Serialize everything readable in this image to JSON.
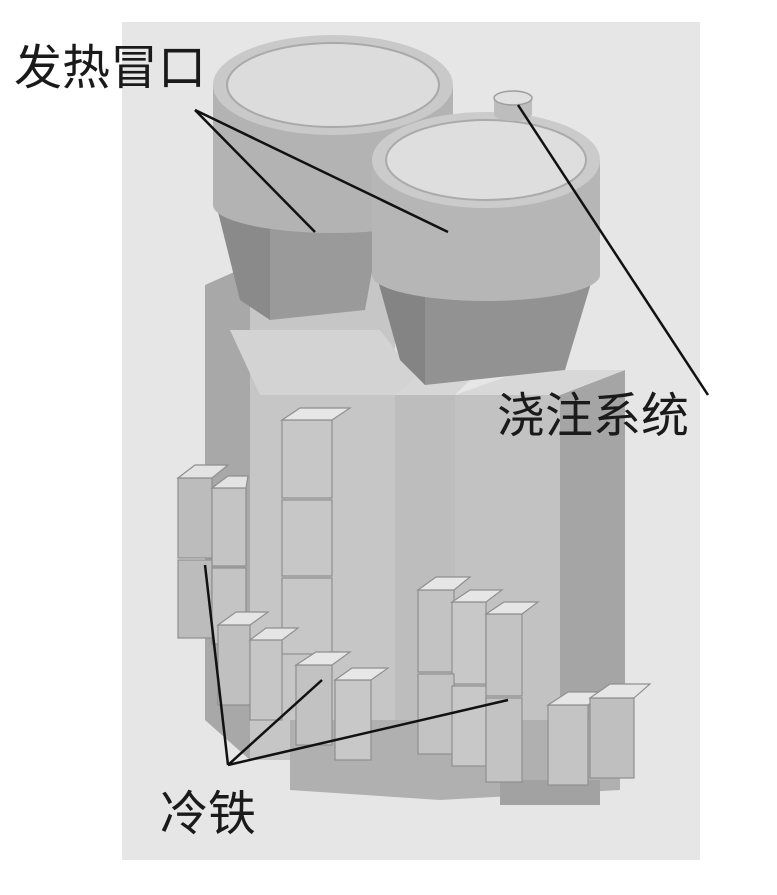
{
  "labels": {
    "riser": "发热冒口",
    "gating": "浇注系统",
    "chill": "冷铁"
  },
  "colors": {
    "background": "#e6e6e6",
    "body_light": "#cfcfcf",
    "body_mid": "#b9b9b9",
    "body_dark": "#9e9e9e",
    "riser_top": "#dcdcdc",
    "chill_face": "#c4c4c4",
    "chill_top": "#e2e2e2",
    "leader": "#111111"
  }
}
